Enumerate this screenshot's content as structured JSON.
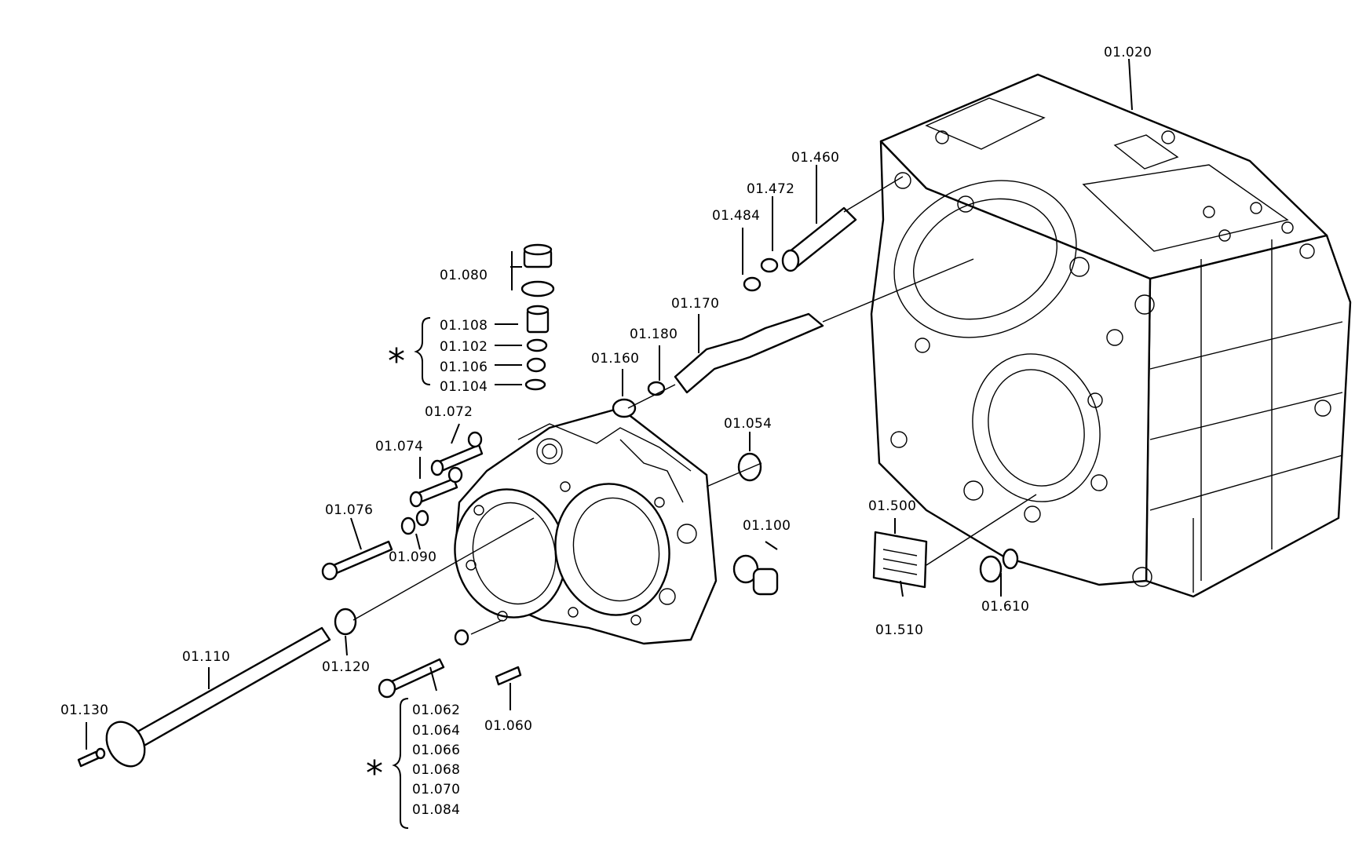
{
  "colors": {
    "line": "#000000",
    "background": "#ffffff"
  },
  "labels": {
    "p01020": "01.020",
    "p01460": "01.460",
    "p01472": "01.472",
    "p01484": "01.484",
    "p01080": "01.080",
    "p01108": "01.108",
    "p01102": "01.102",
    "p01106": "01.106",
    "p01104": "01.104",
    "p01170": "01.170",
    "p01180": "01.180",
    "p01160": "01.160",
    "p01072": "01.072",
    "p01074": "01.074",
    "p01054": "01.054",
    "p01076": "01.076",
    "p01090": "01.090",
    "p01100": "01.100",
    "p01500": "01.500",
    "p01510": "01.510",
    "p01610": "01.610",
    "p01110": "01.110",
    "p01120": "01.120",
    "p01130": "01.130",
    "p01060": "01.060",
    "p01062": "01.062",
    "p01064": "01.064",
    "p01066": "01.066",
    "p01068": "01.068",
    "p01070": "01.070",
    "p01084": "01.084"
  },
  "asterisk_symbol": "*"
}
